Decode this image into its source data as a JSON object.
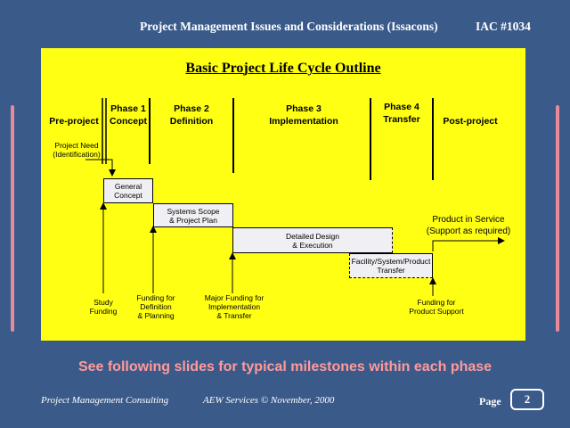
{
  "header": {
    "title": "Project Management Issues and Considerations (Issacons)",
    "code": "IAC #1034"
  },
  "diagram": {
    "title": "Basic Project Life Cycle Outline",
    "phases": [
      {
        "name": "Pre-project",
        "label": "Pre-project"
      },
      {
        "name": "Phase 1",
        "label": "Concept"
      },
      {
        "name": "Phase 2",
        "label": "Definition"
      },
      {
        "name": "Phase 3",
        "label": "Implementation"
      },
      {
        "name": "Phase 4",
        "label": "Transfer"
      },
      {
        "name": "Post-project",
        "label": "Post-project"
      }
    ],
    "project_need": [
      "Project Need",
      "(Identification)"
    ],
    "boxes": [
      [
        "General",
        "Concept"
      ],
      [
        "Systems Scope",
        "& Project Plan"
      ],
      [
        "Detailed Design",
        "& Execution"
      ],
      [
        "Facility/System/Product",
        "Transfer"
      ]
    ],
    "product_in_service": [
      "Product in Service",
      "(Support as required)"
    ],
    "inputs": [
      [
        "Study",
        "Funding"
      ],
      [
        "Funding for",
        "Definition",
        "& Planning"
      ],
      [
        "Major Funding for",
        "Implementation",
        "& Transfer"
      ],
      [
        "Funding for",
        "Product Support"
      ]
    ],
    "colors": {
      "background": "#ffff14",
      "box_fill": "#f0f0f4",
      "slide": "#3a5a8a",
      "note": "#ff9a9a"
    }
  },
  "note": "See following slides for typical milestones within each phase",
  "footer": {
    "left": "Project Management Consulting",
    "middle": "AEW Services © November, 2000",
    "page_label": "Page",
    "page_number": "2"
  }
}
